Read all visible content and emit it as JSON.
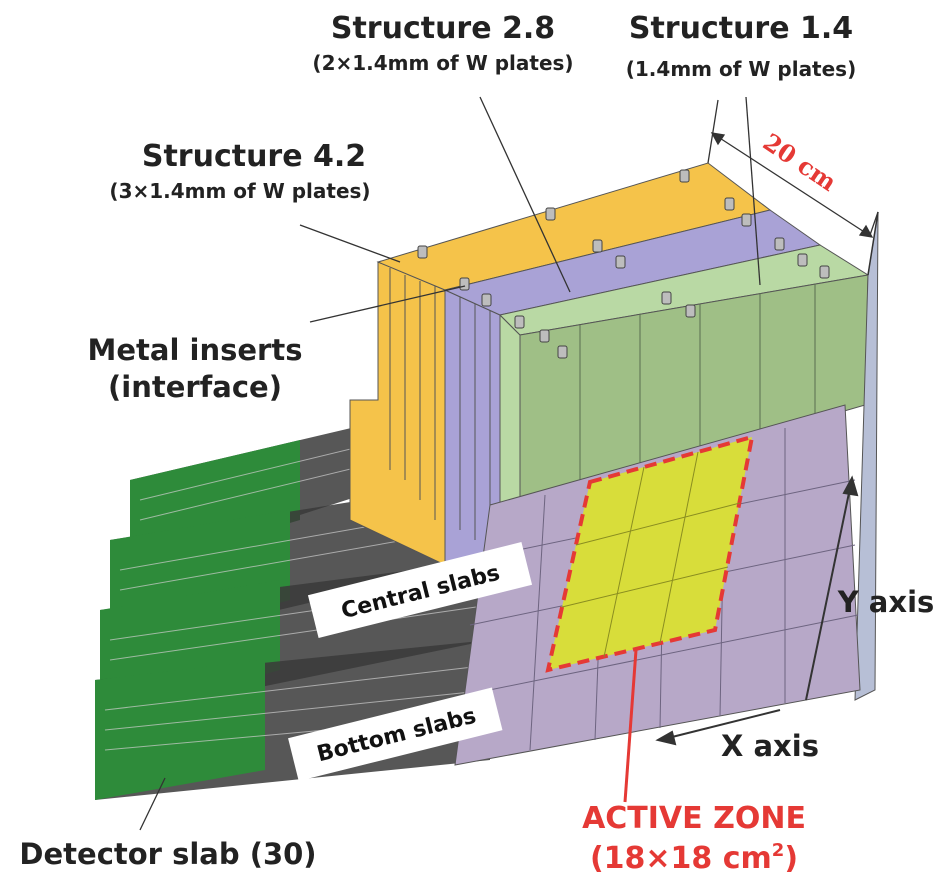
{
  "labels": {
    "structure_2_8": "Structure 2.8",
    "structure_2_8_sub": "(2×1.4mm of W plates)",
    "structure_1_4": "Structure 1.4",
    "structure_1_4_sub": "(1.4mm of W plates)",
    "structure_4_2": "Structure 4.2",
    "structure_4_2_sub": "(3×1.4mm of W plates)",
    "metal_inserts_1": "Metal inserts",
    "metal_inserts_2": "(interface)",
    "dimension": "20 cm",
    "central_slabs": "Central slabs",
    "bottom_slabs": "Bottom slabs",
    "y_axis": "Y axis",
    "x_axis": "X axis",
    "detector_slab": "Detector slab (30)",
    "active_zone": "ACTIVE ZONE",
    "active_zone_size": "(18×18 cm",
    "active_zone_sup": "2",
    "active_zone_close": ")"
  },
  "colors": {
    "structure_4_2": "#f5c34a",
    "structure_2_8": "#a9a2d6",
    "structure_1_4": "#b9d9a4",
    "front_face": "#b7a8c8",
    "active_zone": "#d8dd3a",
    "active_border": "#e53935",
    "slab_green": "#2e8b3a",
    "text": "#222222"
  }
}
